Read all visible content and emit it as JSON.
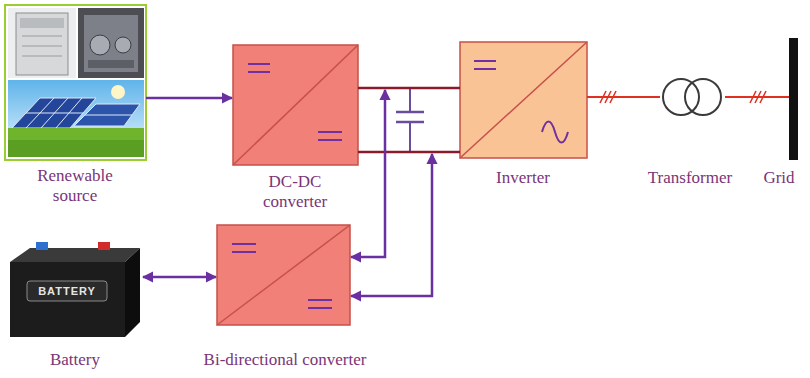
{
  "diagram": {
    "nodes": [
      {
        "text": [
          "Renewable source"
        ]
      },
      {
        "text": [
          "DC-DC converter"
        ]
      },
      {
        "text": [
          "Inverter"
        ]
      },
      {
        "text": [
          "Transformer"
        ]
      },
      {
        "text": [
          "Grid"
        ]
      },
      {
        "text": [
          "Battery"
        ]
      },
      {
        "text": [
          "Bi-directional converter"
        ]
      }
    ],
    "edges": [
      {
        "from": 0,
        "to": 1,
        "arrow": "to"
      },
      {
        "from": 1,
        "to": 2,
        "arrow": "none"
      },
      {
        "from": 2,
        "to": 3,
        "arrow": "none"
      },
      {
        "from": 3,
        "to": 4,
        "arrow": "none"
      },
      {
        "from": 5,
        "to": 6,
        "arrow": "both"
      },
      {
        "from": 6,
        "to": 1,
        "arrow": "both"
      },
      {
        "from": 6,
        "to": 2,
        "arrow": "both"
      }
    ],
    "labels": [
      "BATTERY"
    ]
  }
}
